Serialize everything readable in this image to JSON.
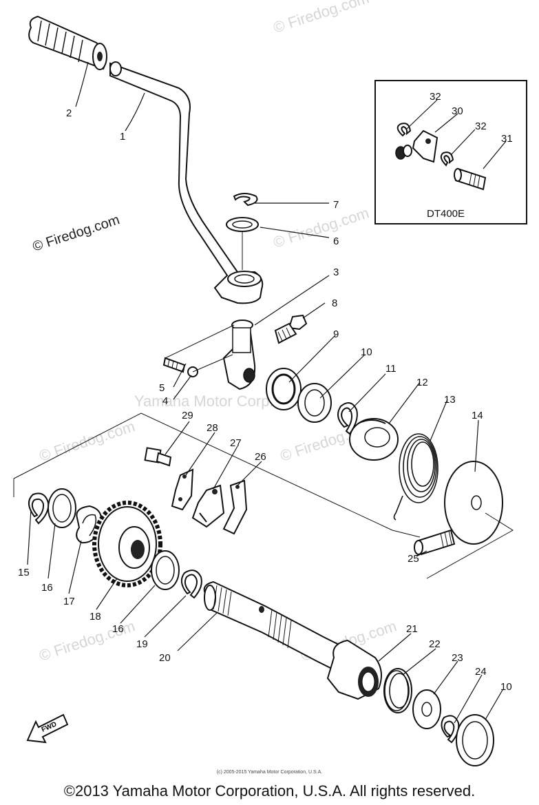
{
  "watermarks": {
    "firedog_left": "© Firedog.com",
    "firedog_faint": "© Firedog.com",
    "yamaha_faint": "Yamaha Motor Corp. U.S.A."
  },
  "inset": {
    "model": "DT400E"
  },
  "labels": [
    "1",
    "2",
    "3",
    "4",
    "5",
    "6",
    "7",
    "8",
    "9",
    "10",
    "11",
    "12",
    "13",
    "14",
    "15",
    "16",
    "16",
    "17",
    "18",
    "19",
    "20",
    "21",
    "22",
    "23",
    "24",
    "25",
    "26",
    "27",
    "28",
    "29",
    "30",
    "31",
    "32",
    "32",
    "10"
  ],
  "fwd_label": "FWD",
  "small_copyright": "(c) 2005-2015 Yamaha Motor Corporation, U.S.A.",
  "copyright": "©2013 Yamaha Motor Corporation, U.S.A. All rights reserved."
}
